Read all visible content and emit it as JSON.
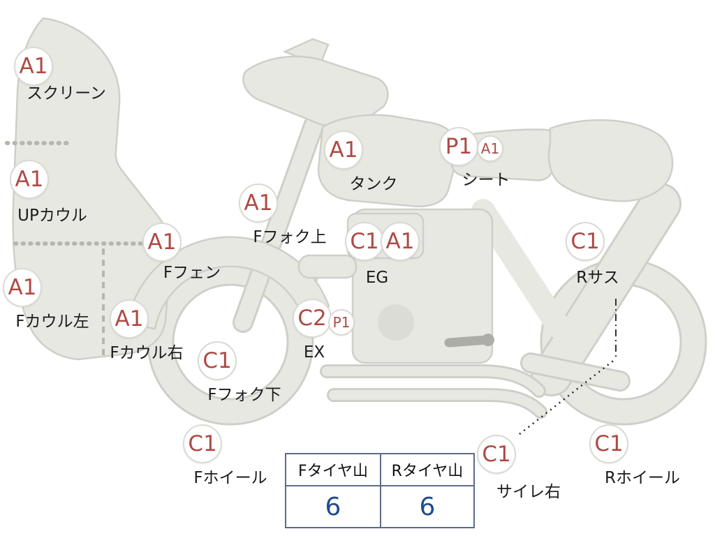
{
  "diagram": {
    "title": "vehicle-condition-diagram"
  },
  "labels": {
    "screen": {
      "grade": "A1",
      "part": "スクリーン"
    },
    "up_cowl": {
      "grade": "A1",
      "part": "UPカウル"
    },
    "f_cowl_left": {
      "grade": "A1",
      "part": "Fカウル左"
    },
    "f_cowl_right": {
      "grade": "A1",
      "part": "Fカウル右"
    },
    "f_fender": {
      "grade": "A1",
      "part": "Fフェン"
    },
    "f_fork_upper": {
      "grade": "A1",
      "part": "Fフォク上"
    },
    "f_fork_lower": {
      "grade": "C1",
      "part": "Fフォク下"
    },
    "f_wheel": {
      "grade": "C1",
      "part": "Fホイール"
    },
    "tank": {
      "grade": "A1",
      "part": "タンク"
    },
    "engine": {
      "grade1": "C1",
      "grade2": "A1",
      "part": "EG"
    },
    "exhaust": {
      "grade1": "C2",
      "grade2": "P1",
      "part": "EX"
    },
    "seat": {
      "grade1": "P1",
      "grade2": "A1",
      "part": "シート"
    },
    "r_sus": {
      "grade": "C1",
      "part": "Rサス"
    },
    "silencer_right": {
      "grade": "C1",
      "part": "サイレ右"
    },
    "r_wheel": {
      "grade": "C1",
      "part": "Rホイール"
    }
  },
  "tire_table": {
    "headers": {
      "front": "Fタイヤ山",
      "rear": "Rタイヤ山"
    },
    "values": {
      "front": "6",
      "rear": "6"
    }
  },
  "colors": {
    "grade_text": "#ae4a45",
    "tire_value": "#1f4b8f",
    "table_border": "#5c6b8a",
    "body_fill": "#e8e8e2",
    "body_outline": "#cfcfc9"
  }
}
